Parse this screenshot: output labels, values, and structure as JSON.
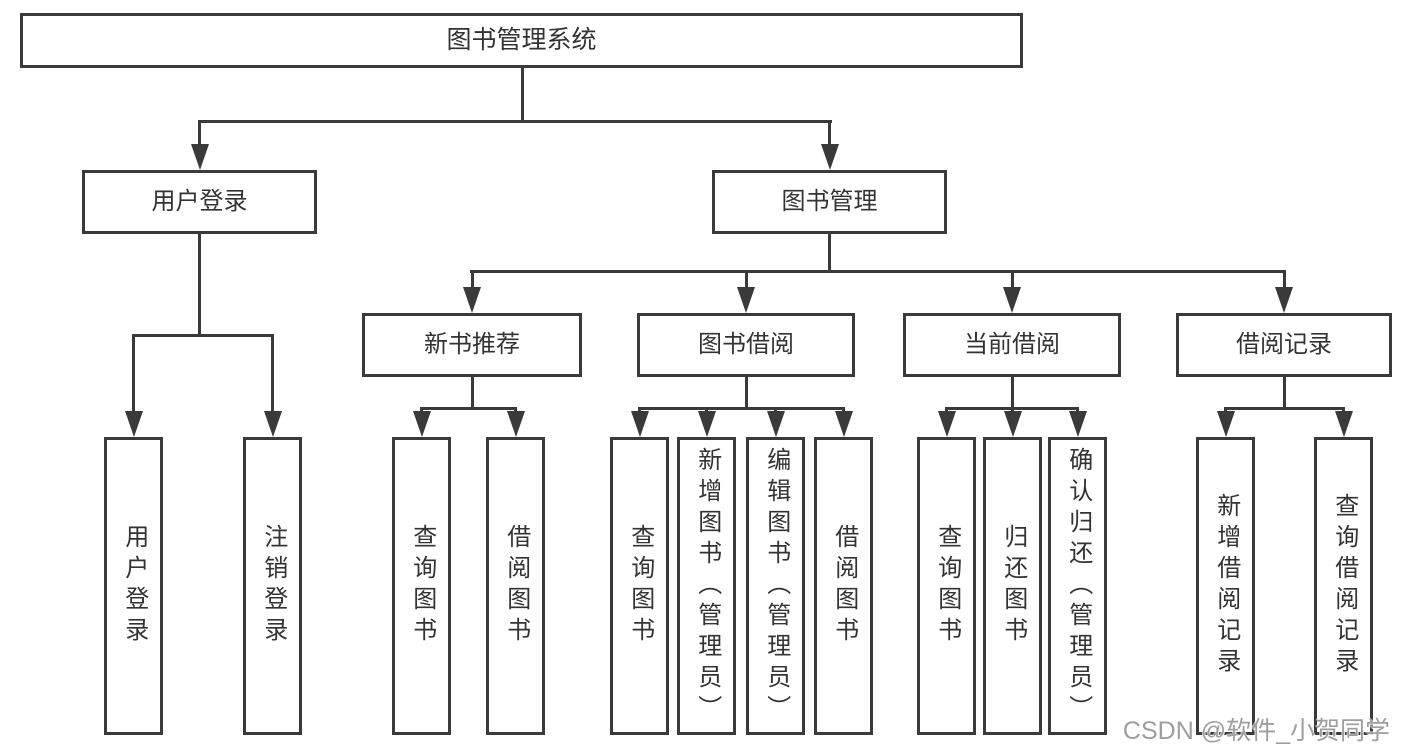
{
  "tree": {
    "label": "图书管理系统",
    "children": [
      {
        "label": "用户登录",
        "children": [
          {
            "label": "用户登录"
          },
          {
            "label": "注销登录"
          }
        ]
      },
      {
        "label": "图书管理",
        "children": [
          {
            "label": "新书推荐",
            "children": [
              {
                "label": "查询图书"
              },
              {
                "label": "借阅图书"
              }
            ]
          },
          {
            "label": "图书借阅",
            "children": [
              {
                "label": "查询图书"
              },
              {
                "label": "新增图书（管理员）"
              },
              {
                "label": "编辑图书（管理员）"
              },
              {
                "label": "借阅图书"
              }
            ]
          },
          {
            "label": "当前借阅",
            "children": [
              {
                "label": "查询图书"
              },
              {
                "label": "归还图书"
              },
              {
                "label": "确认归还（管理员）"
              }
            ]
          },
          {
            "label": "借阅记录",
            "children": [
              {
                "label": "新增借阅记录"
              },
              {
                "label": "查询借阅记录"
              }
            ]
          }
        ]
      }
    ]
  },
  "watermark": {
    "text": "CSDN @软件_小贺同学"
  },
  "colors": {
    "line": "#3a3a3a",
    "text": "#333333",
    "watermark": "#9e9e9e",
    "background": "#ffffff"
  }
}
